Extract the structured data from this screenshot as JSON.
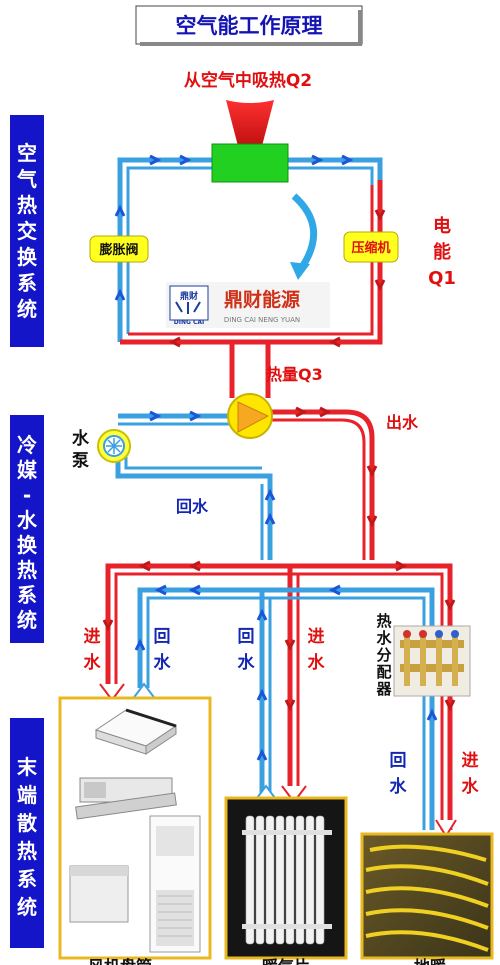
{
  "title": "空气能工作原理",
  "heat_in_label": "从空气中吸热Q2",
  "valve_label": "膨胀阀",
  "compressor_label": "压缩机",
  "electric_energy": [
    "电",
    "能",
    "Q1"
  ],
  "heat_q3": "热量Q3",
  "outlet_water": "出水",
  "return_water_main": "回水",
  "pump_label": [
    "水",
    "泵"
  ],
  "manifold_label": [
    "热",
    "水",
    "分",
    "配",
    "器"
  ],
  "brand": {
    "logo_mark_text": "鼎财",
    "logo_sub": "DING CAI",
    "name_cn": "鼎财能源",
    "name_en": "DING CAI NENG YUAN"
  },
  "sidebar_sections": [
    {
      "text": [
        "空",
        "气",
        "热",
        "交",
        "换",
        "系",
        "统"
      ]
    },
    {
      "text": [
        "冷",
        "媒",
        "-",
        "水",
        "换",
        "热",
        "系",
        "统"
      ]
    },
    {
      "text": [
        "末",
        "端",
        "散",
        "热",
        "系",
        "统"
      ]
    }
  ],
  "branch_labels": {
    "left_in": [
      "进",
      "水"
    ],
    "left_return": [
      "回",
      "水"
    ],
    "mid_return": [
      "回",
      "水"
    ],
    "mid_in": [
      "进",
      "水"
    ],
    "right_return": [
      "回",
      "水"
    ],
    "right_in": [
      "进",
      "水"
    ]
  },
  "bottom_labels": [
    "风机盘管",
    "暖气片",
    "地暖"
  ],
  "colors": {
    "hot_pipe": "#e8222a",
    "cold_pipe": "#3aa0e0",
    "sidebar_bg": "#1414c8",
    "label_red": "#e01010",
    "label_blue": "#1426b4",
    "frame_gold": "#e8b820",
    "green_box": "#22d022",
    "pump_yellow": "#ffe600"
  }
}
